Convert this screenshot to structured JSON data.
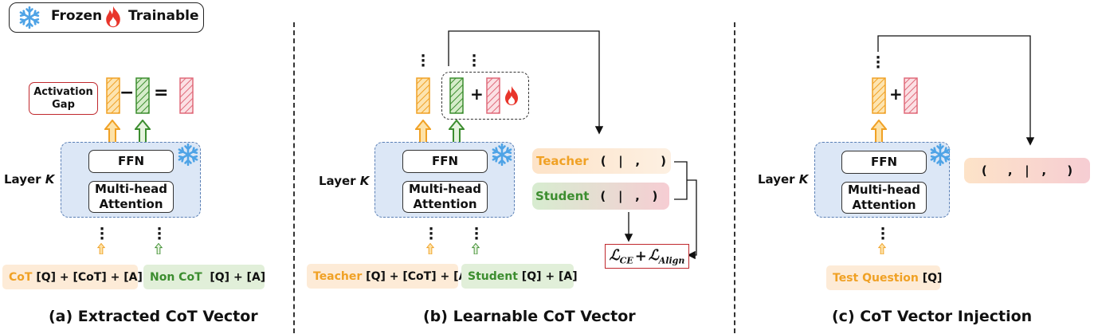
{
  "legend": {
    "frozen": "Frozen",
    "trainable": "Trainable"
  },
  "colors": {
    "orange": "#f0a125",
    "green": "#3c8d2f",
    "red": "#d9475a",
    "blue": "#4ea3e6",
    "layer_fill": "#dce7f6"
  },
  "icons": {
    "frozen": "snowflake-icon",
    "trainable": "flame-icon"
  },
  "panel_a": {
    "activation_gap": "Activation Gap",
    "minus": "−",
    "equals": "=",
    "layer_label": "Layer ",
    "layer_k": "K",
    "ffn": "FFN",
    "attention": "Multi-head Attention",
    "cot_tag_prefix": "CoT",
    "cot_tag_rest": " [Q] + [CoT] + [A]",
    "noncot_tag_prefix": "Non CoT",
    "noncot_tag_rest": "  [Q] + [A]",
    "caption": "(a) Extracted CoT Vector"
  },
  "panel_b": {
    "plus": "+",
    "layer_label": "Layer ",
    "layer_k": "K",
    "ffn": "FFN",
    "attention": "Multi-head Attention",
    "teacher_label": "Teacher",
    "teacher_seq": "(   |   ,     )",
    "student_label": "Student",
    "student_seq": "(   |   ,   )",
    "loss_ce": "CE",
    "loss_align": "Align",
    "loss_plus": "+",
    "teacher_tag_prefix": "Teacher",
    "teacher_tag_rest": " [Q] + [CoT] + [A]",
    "student_tag_prefix": "Student",
    "student_tag_rest": " [Q] + [A]",
    "caption": "(b) Learnable CoT Vector"
  },
  "panel_c": {
    "plus": "+",
    "layer_label": "Layer ",
    "layer_k": "K",
    "ffn": "FFN",
    "attention": "Multi-head Attention",
    "seq": "(     ,   |   ,     )",
    "test_tag_prefix": "Test Question",
    "test_tag_rest": " [Q]",
    "caption": "(c) CoT Vector Injection"
  }
}
